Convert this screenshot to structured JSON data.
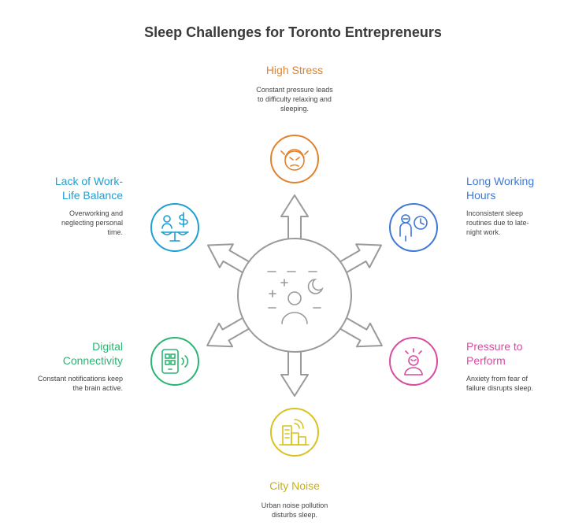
{
  "title": "Sleep Challenges for Toronto Entrepreneurs",
  "colors": {
    "stroke": "#9a9a9a",
    "high_stress": "#e0822b",
    "long_hours": "#3e78d6",
    "pressure": "#d94aa0",
    "city_noise": "#d9c21f",
    "digital": "#2bb573",
    "work_life": "#1f9fd2"
  },
  "challenges": {
    "high_stress": {
      "title": "High Stress",
      "description": "Constant pressure leads to difficulty relaxing and sleeping.",
      "icon": "stressed-face-icon"
    },
    "long_hours": {
      "title_line1": "Long Working",
      "title_line2": "Hours",
      "description": "Inconsistent sleep routines due to late-night work.",
      "icon": "person-clock-icon"
    },
    "pressure": {
      "title_line1": "Pressure to",
      "title_line2": "Perform",
      "description": "Anxiety from fear of failure disrupts sleep.",
      "icon": "anxious-person-icon"
    },
    "city_noise": {
      "title": "City Noise",
      "description": "Urban noise pollution disturbs sleep.",
      "icon": "city-buildings-icon"
    },
    "digital": {
      "title_line1": "Digital",
      "title_line2": "Connectivity",
      "description": "Constant notifications keep the brain active.",
      "icon": "smartphone-notifications-icon"
    },
    "work_life": {
      "title_line1": "Lack of Work-",
      "title_line2": "Life Balance",
      "description": "Overworking and neglecting personal time.",
      "icon": "balance-scale-icon"
    }
  },
  "center_icon": "sleeping-person-moon-icon"
}
